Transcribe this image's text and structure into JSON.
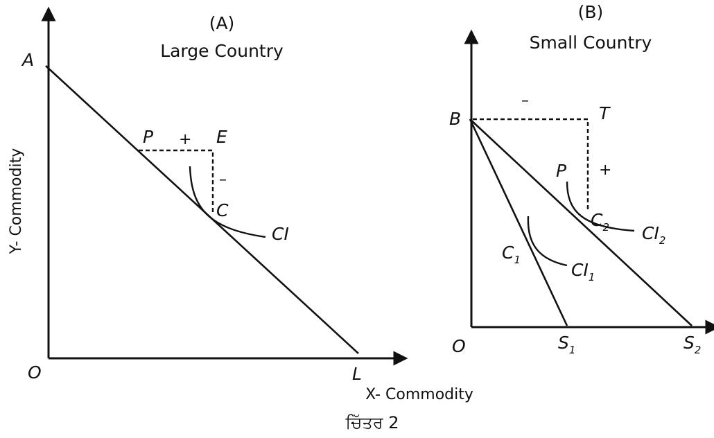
{
  "panel_a": {
    "title": "(A)",
    "subtitle": "Large Country",
    "labels": {
      "A": "A",
      "O": "O",
      "L": "L",
      "P": "P",
      "E": "E",
      "C": "C",
      "CI": "CI"
    },
    "signs": {
      "plus": "+",
      "minus": "–"
    }
  },
  "panel_b": {
    "title": "(B)",
    "subtitle": "Small Country",
    "labels": {
      "B": "B",
      "T": "T",
      "O": "O",
      "P": "P",
      "C1": "C",
      "C1_sub": "1",
      "C2": "C",
      "C2_sub": "2",
      "CI1": "CI",
      "CI1_sub": "1",
      "CI2": "CI",
      "CI2_sub": "2",
      "S1": "S",
      "S1_sub": "1",
      "S2": "S",
      "S2_sub": "2"
    },
    "signs": {
      "minus": "–",
      "plus": "+"
    }
  },
  "axes": {
    "y_label": "Y- Commodity",
    "x_label": "X- Commodity"
  },
  "caption": "ਚਿੱਤਰ 2"
}
